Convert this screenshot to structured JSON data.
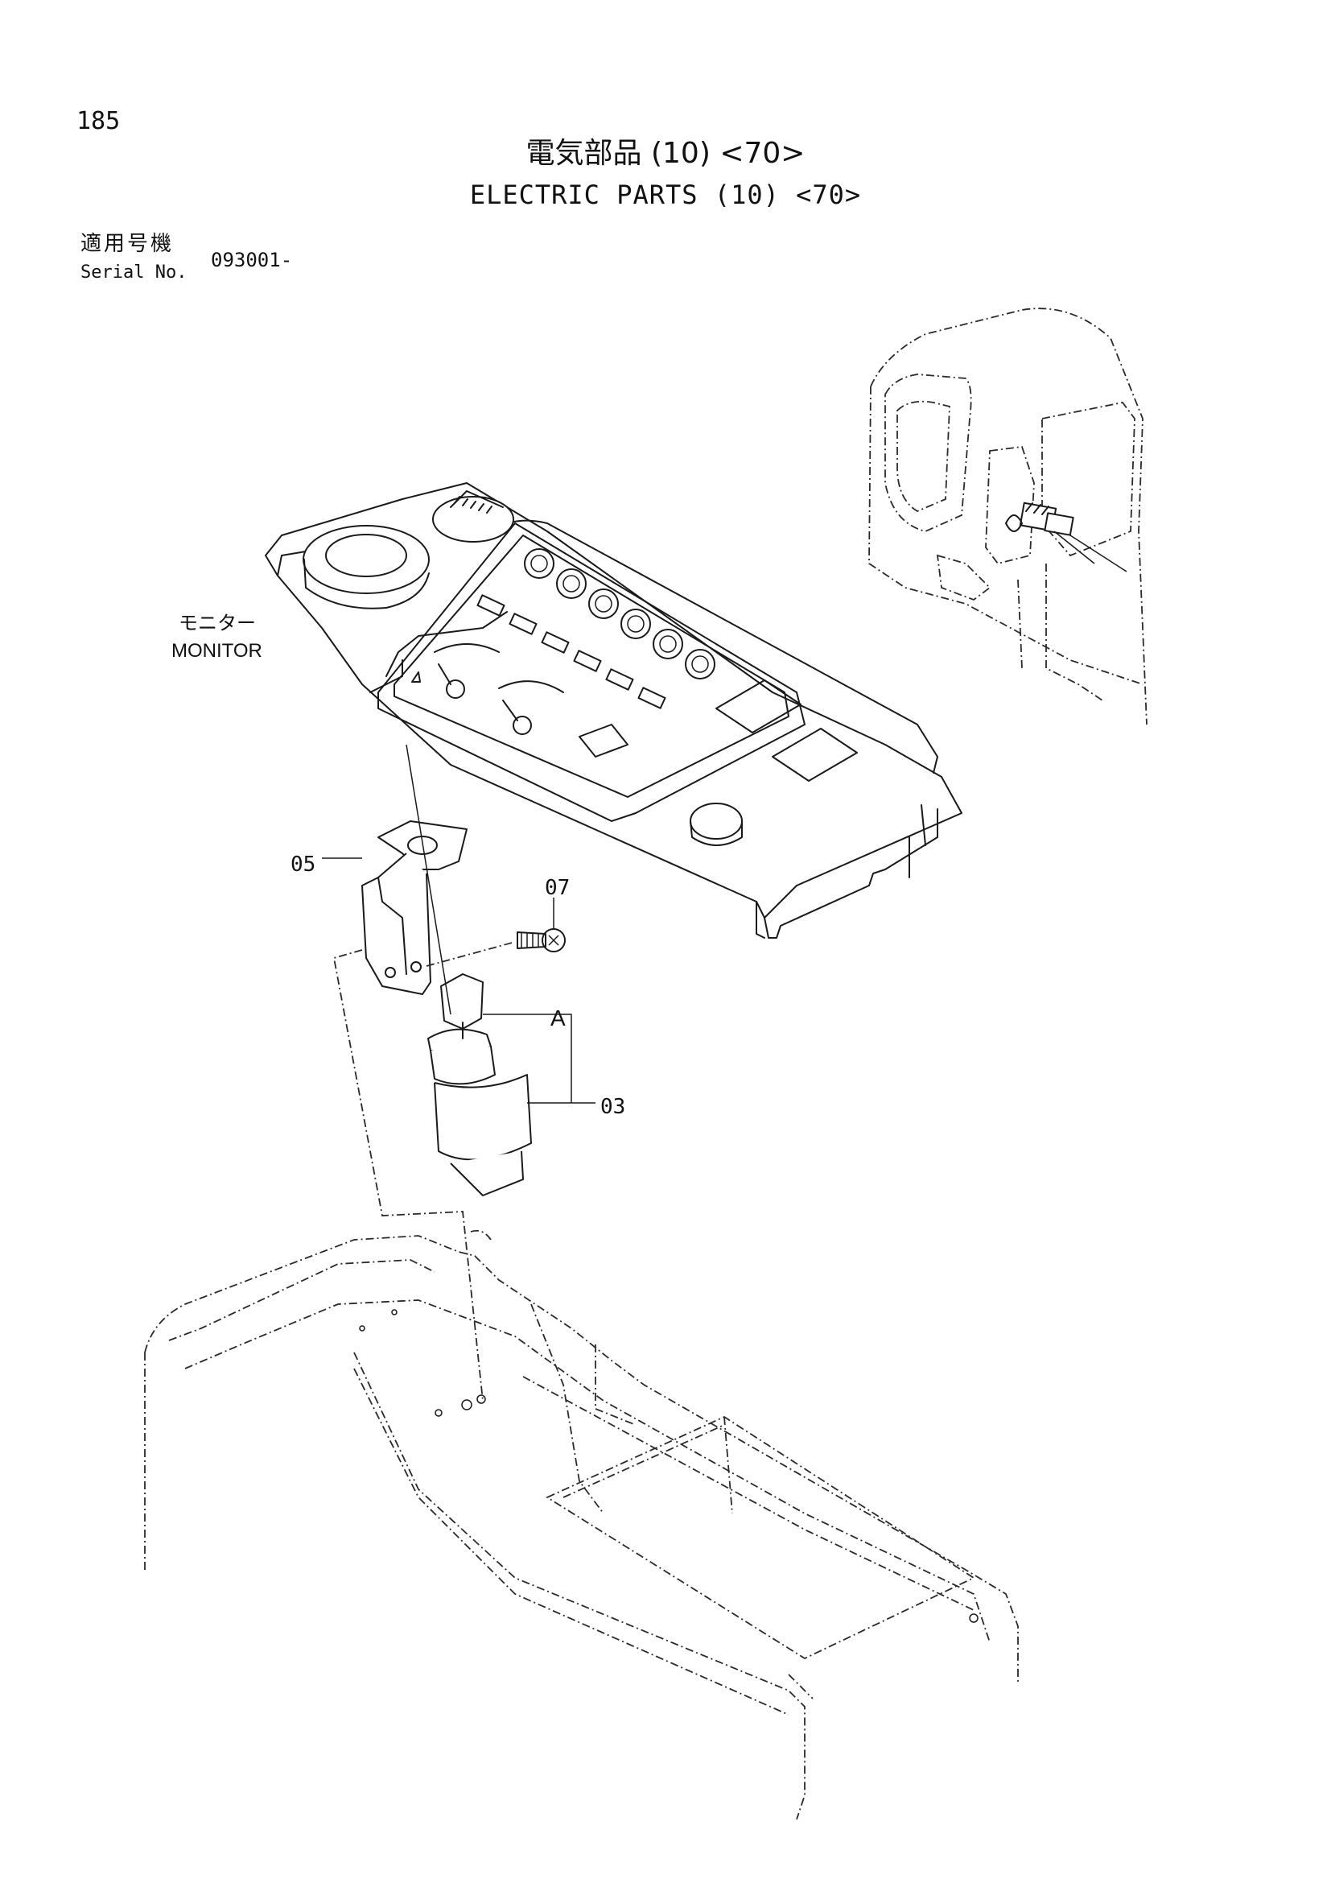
{
  "page": {
    "number": "185",
    "title_jp": "電気部品 (10) <70>",
    "title_en": "ELECTRIC PARTS (10) <70>"
  },
  "serial": {
    "label_jp": "適用号機",
    "label_en": "Serial No.",
    "value": "093001-"
  },
  "labels": {
    "monitor_jp": "モニター",
    "monitor_en": "MONITOR"
  },
  "callouts": {
    "part_05": "05",
    "part_07": "07",
    "part_03": "03",
    "ref_a": "A"
  }
}
